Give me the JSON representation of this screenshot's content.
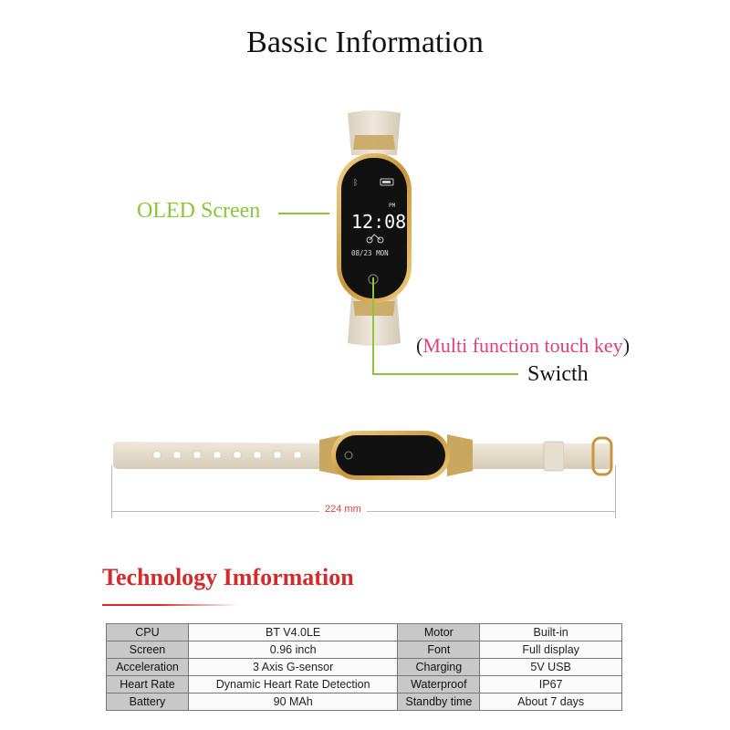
{
  "title": "Bassic Information",
  "callouts": {
    "oled_screen": "OLED Screen",
    "touch_key_open": "(",
    "touch_key": "Multi function touch key",
    "touch_key_close": ")",
    "switch": "Swicth"
  },
  "watch_screen": {
    "time": "12:08",
    "ampm": "PM",
    "date": "08/23 MON"
  },
  "dimension": "224 mm",
  "tech": {
    "title": "Technology Imformation",
    "rows": [
      {
        "k1": "CPU",
        "v1": "BT V4.0LE",
        "k2": "Motor",
        "v2": "Built-in"
      },
      {
        "k1": "Screen",
        "v1": "0.96 inch",
        "k2": "Font",
        "v2": "Full display"
      },
      {
        "k1": "Acceleration",
        "v1": "3 Axis G-sensor",
        "k2": "Charging",
        "v2": "5V USB"
      },
      {
        "k1": "Heart Rate",
        "v1": "Dynamic Heart Rate Detection",
        "k2": "Waterproof",
        "v2": "IP67"
      },
      {
        "k1": "Battery",
        "v1": "90 MAh",
        "k2": "Standby time",
        "v2": "About 7 days"
      }
    ]
  },
  "colors": {
    "accent_green": "#8cc43a",
    "accent_pink": "#e0407a",
    "heading_red": "#d42a2a",
    "band_beige": "#e4dccd",
    "frame_gold": "#d4a64a"
  }
}
